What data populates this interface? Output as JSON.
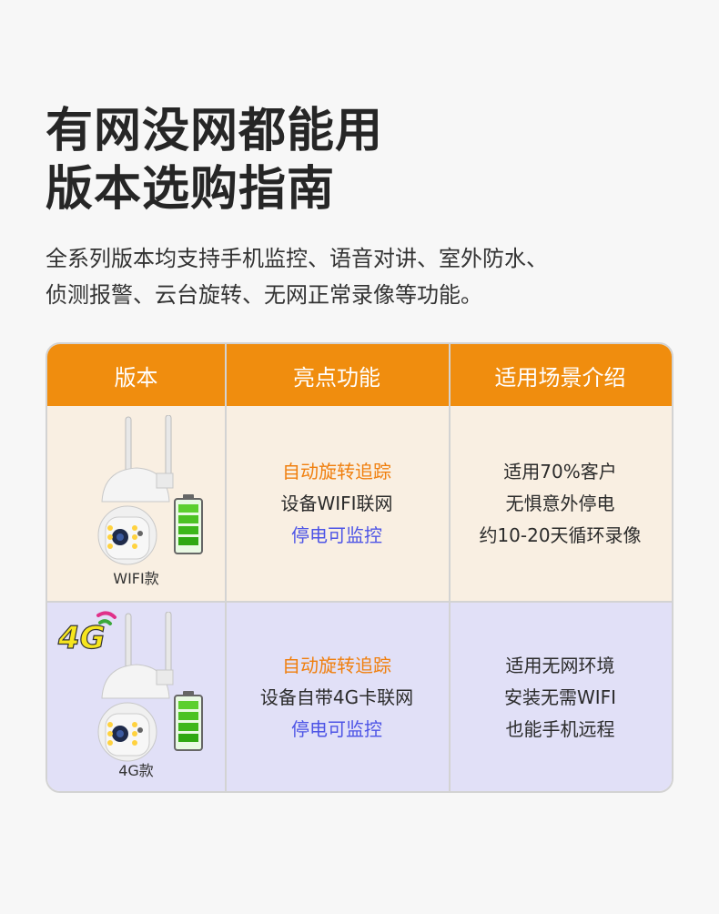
{
  "title_line1": "有网没网都能用",
  "title_line2": "版本选购指南",
  "subtitle_line1": "全系列版本均支持手机监控、语音对讲、室外防水、",
  "subtitle_line2": "侦测报警、云台旋转、无网正常录像等功能。",
  "colors": {
    "accent": "#f08d0e",
    "row1_bg": "#f9efe2",
    "row2_bg": "#e1e0f7",
    "orange_text": "#f07f0e",
    "blue_text": "#4d54e6"
  },
  "table": {
    "headers": [
      "版本",
      "亮点功能",
      "适用场景介绍"
    ],
    "rows": [
      {
        "product_label": "WIFI款",
        "features": [
          "自动旋转追踪",
          "设备WIFI联网",
          "停电可监控"
        ],
        "scenes": [
          "适用70%客户",
          "无惧意外停电",
          "约10-20天循环录像"
        ]
      },
      {
        "product_label": "4G款",
        "badge": "4G",
        "features": [
          "自动旋转追踪",
          "设备自带4G卡联网",
          "停电可监控"
        ],
        "scenes": [
          "适用无网环境",
          "安装无需WIFI",
          "也能手机远程"
        ]
      }
    ]
  },
  "icons": [
    "camera-icon",
    "battery-icon",
    "4g-badge-icon"
  ]
}
